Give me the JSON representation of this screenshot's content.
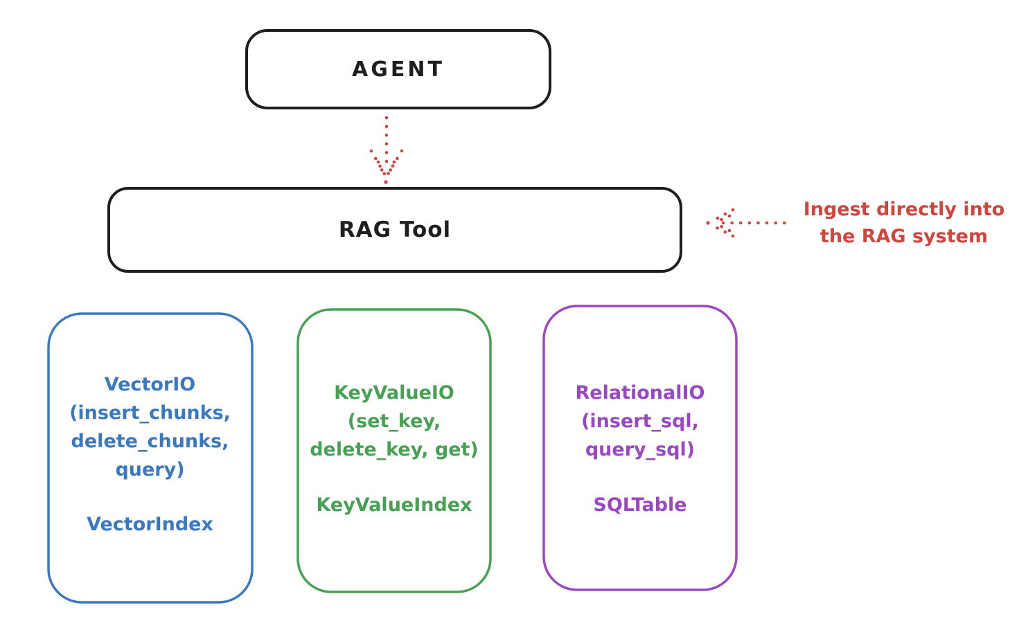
{
  "canvas": {
    "background": "#ffffff",
    "ink_color": "#1e1e1e"
  },
  "agent_box": {
    "label": "AGENT",
    "stroke": "#1e1e1e"
  },
  "rag_tool_box": {
    "label": "RAG Tool",
    "stroke": "#1e1e1e"
  },
  "annotation": {
    "line1": "Ingest directly into",
    "line2": "the RAG system",
    "color": "#d0453d"
  },
  "arrows": {
    "agent_to_rag": {
      "style": "dotted",
      "direction": "down",
      "color": "#d0453d"
    },
    "annotation_to_rag": {
      "style": "dotted",
      "direction": "left",
      "color": "#d0453d"
    }
  },
  "io_boxes": [
    {
      "name": "vector-io",
      "color": "#3b78c2",
      "line1": "VectorIO",
      "line2": "(insert_chunks,",
      "line3": "delete_chunks,",
      "line4": "query)",
      "index_label": "VectorIndex"
    },
    {
      "name": "keyvalue-io",
      "color": "#46a152",
      "line1": "KeyValueIO",
      "line2": "(set_key,",
      "line3": "delete_key, get)",
      "index_label": "KeyValueIndex"
    },
    {
      "name": "relational-io",
      "color": "#9b46c3",
      "line1": "RelationalIO",
      "line2": "(insert_sql,",
      "line3": "query_sql)",
      "index_label": "SQLTable"
    }
  ]
}
